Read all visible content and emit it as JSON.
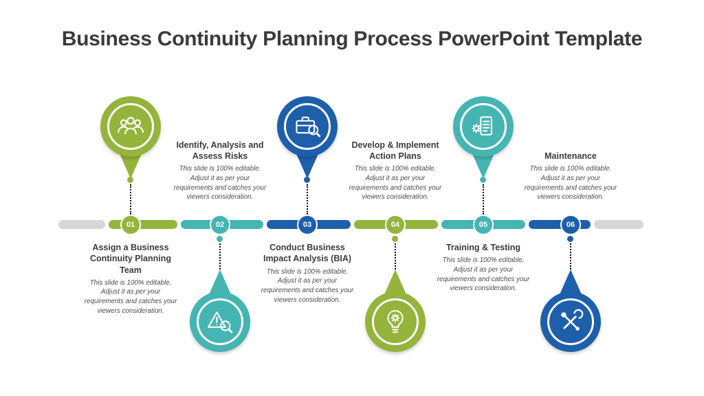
{
  "slide": {
    "title": "Business Continuity Planning Process PowerPoint Template"
  },
  "palette": {
    "green": "#95B43C",
    "teal": "#45B5B3",
    "blue": "#1E5FAC",
    "gray": "#D5D8DA",
    "title_text": "#3A3A3A",
    "body_text": "#3D3D3D"
  },
  "steps": [
    {
      "number": "01",
      "title": "Assign a Business Continuity Planning Team",
      "description": "This slide is 100% editable. Adjust it as per your requirements and catches your viewers consideration.",
      "color": "green",
      "icon": "team-icon",
      "pin_position": "above",
      "text_position": "below"
    },
    {
      "number": "02",
      "title": "Identify, Analysis and Assess Risks",
      "description": "This slide is 100% editable. Adjust it as per your requirements and catches your viewers consideration.",
      "color": "teal",
      "icon": "warning-search-icon",
      "pin_position": "below",
      "text_position": "above"
    },
    {
      "number": "03",
      "title": "Conduct Business Impact Analysis (BIA)",
      "description": "This slide is 100% editable. Adjust it as per your requirements and catches your viewers consideration.",
      "color": "blue",
      "icon": "briefcase-search-icon",
      "pin_position": "above",
      "text_position": "below"
    },
    {
      "number": "04",
      "title": "Develop & Implement Action Plans",
      "description": "This slide is 100% editable. Adjust it as per your requirements and catches your viewers consideration.",
      "color": "green",
      "icon": "bulb-gear-icon",
      "pin_position": "below",
      "text_position": "above"
    },
    {
      "number": "05",
      "title": "Training & Testing",
      "description": "This slide is 100% editable. Adjust it as per your requirements and catches your viewers consideration.",
      "color": "teal",
      "icon": "document-gear-icon",
      "pin_position": "above",
      "text_position": "below"
    },
    {
      "number": "06",
      "title": "Maintenance",
      "description": "This slide is 100% editable. Adjust it as per your requirements and catches your viewers consideration.",
      "color": "blue",
      "icon": "tools-icon",
      "pin_position": "below",
      "text_position": "above"
    }
  ]
}
